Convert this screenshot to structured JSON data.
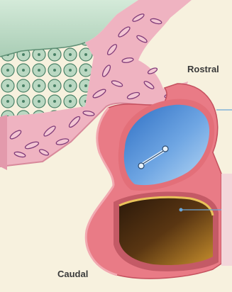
{
  "labels": {
    "rostral": "Rostral",
    "caudal": "Caudal"
  },
  "colors": {
    "background": "#f7f1de",
    "mesenchyme": "#eeb0bf",
    "mesenchyme_cells": "#8a3d7e",
    "wall": "#e36f79",
    "wall_dark": "#c95563",
    "green_tissue": "#a8cbb5",
    "green_top": "#c3ded0",
    "rostral_cavity": "#3f7fd0",
    "rostral_cavity_light": "#9cc6ef",
    "caudal_cavity": "#3e2612",
    "caudal_cavity_light": "#b9842c",
    "leader_line": "#6aa6d8"
  },
  "icons": {
    "inner_structure": "elongated-bone-like-structure"
  }
}
